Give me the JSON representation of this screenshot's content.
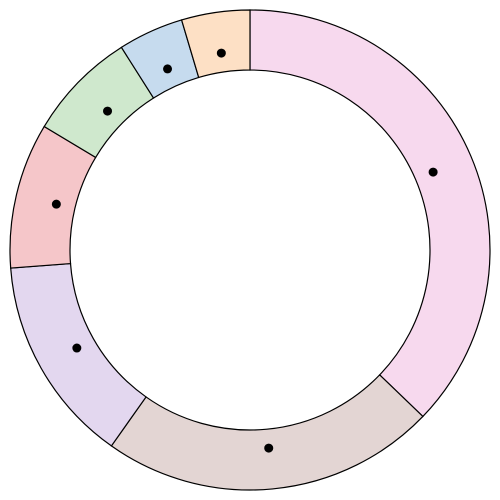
{
  "chart_data": {
    "type": "pie",
    "donut": true,
    "start_angle_deg": 0,
    "direction": "clockwise",
    "legend": "none",
    "slices": [
      {
        "value": 37.2,
        "color": "#f7d9ee"
      },
      {
        "value": 22.6,
        "color": "#e3d5d3"
      },
      {
        "value": 14.0,
        "color": "#e3d7ef"
      },
      {
        "value": 9.8,
        "color": "#f5c6c9"
      },
      {
        "value": 7.4,
        "color": "#cfe8cd"
      },
      {
        "value": 4.4,
        "color": "#c6dbee"
      },
      {
        "value": 4.6,
        "color": "#fde0c5"
      }
    ]
  }
}
